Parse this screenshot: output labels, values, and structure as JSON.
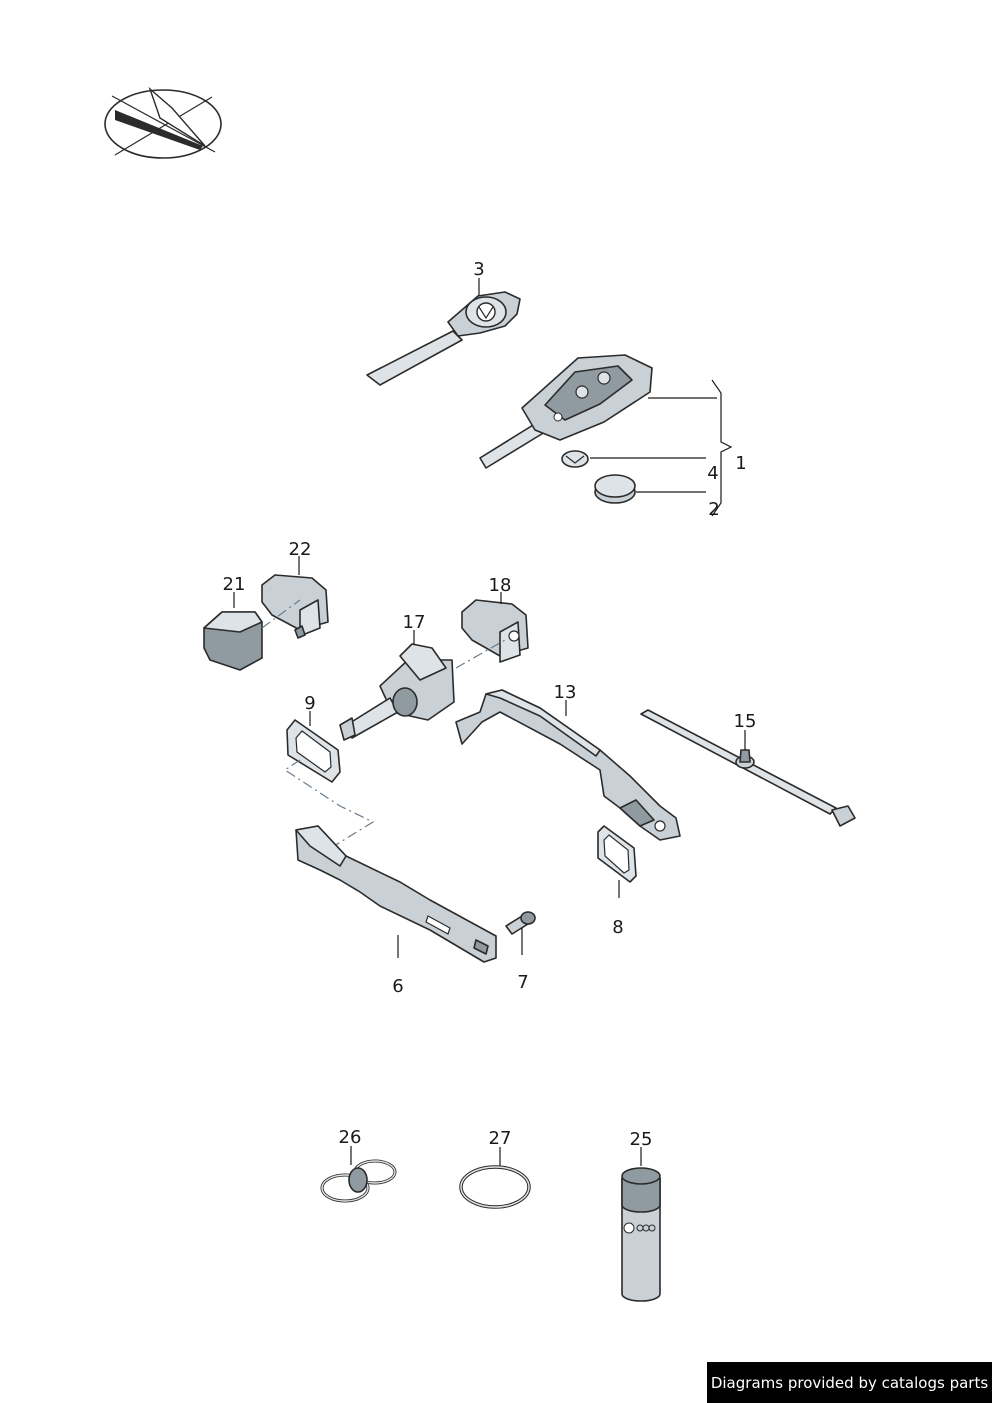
{
  "labels": {
    "p1": "1",
    "p2": "2",
    "p3": "3",
    "p4": "4",
    "p6": "6",
    "p7": "7",
    "p8": "8",
    "p9": "9",
    "p13": "13",
    "p15": "15",
    "p17": "17",
    "p18": "18",
    "p21": "21",
    "p22": "22",
    "p25": "25",
    "p26": "26",
    "p27": "27"
  },
  "credit": "Diagrams provided by catalogs parts",
  "colors": {
    "part_fill": "#c9d1d6",
    "line": "#2b2b2b",
    "credit_bg": "#000000"
  },
  "icons": {
    "orientation": "orientation-compass-icon"
  }
}
